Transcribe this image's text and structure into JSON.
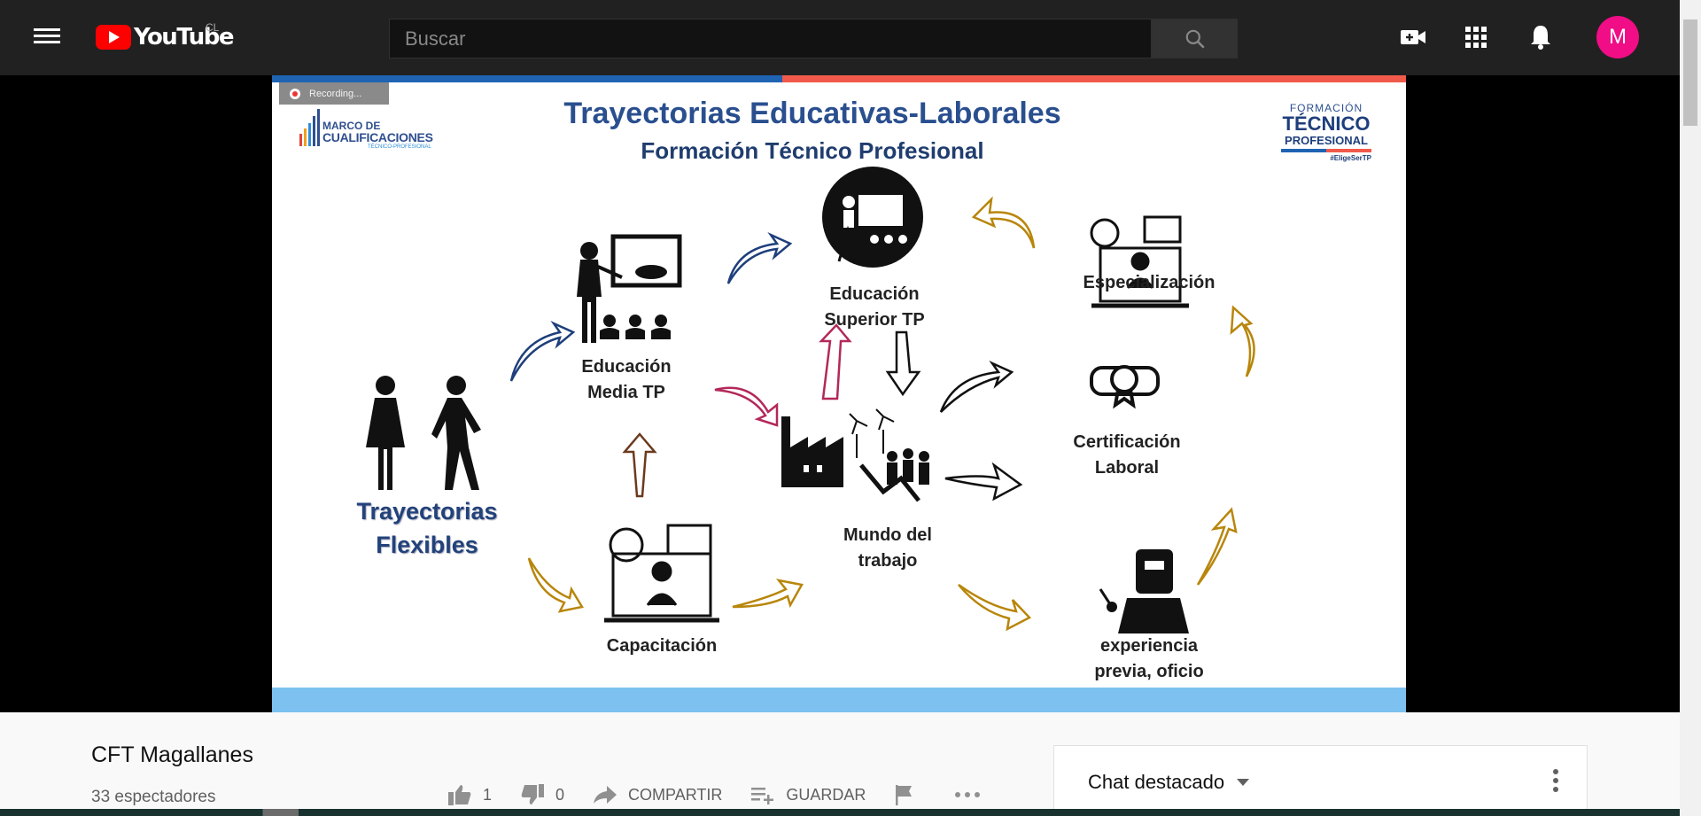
{
  "header": {
    "logo_text": "YouTube",
    "country_code": "CL",
    "search_placeholder": "Buscar",
    "avatar_letter": "M"
  },
  "video": {
    "recording_badge": "Recording...",
    "slide": {
      "title": "Trayectorias Educativas-Laborales",
      "subtitle": "Formación Técnico Profesional",
      "left_logo": {
        "line1": "MARCO DE",
        "line2": "CUALIFICACIONES",
        "line3": "TÉCNICO-PROFESIONAL"
      },
      "right_logo": {
        "line1": "FORMACIÓN",
        "line2": "TÉCNICO",
        "line3": "PROFESIONAL",
        "hashtag": "#EligeSerTP"
      },
      "nodes": {
        "flexibles_1": "Trayectorias",
        "flexibles_2": "Flexibles",
        "media_1": "Educación",
        "media_2": "Media TP",
        "superior_1": "Educación",
        "superior_2": "Superior TP",
        "especializacion": "Especialización",
        "certificacion_1": "Certificación",
        "certificacion_2": "Laboral",
        "mundo_1": "Mundo del",
        "mundo_2": "trabajo",
        "capacitacion": "Capacitación",
        "experiencia_1": "experiencia",
        "experiencia_2": "previa, oficio"
      }
    },
    "progress_fraction": 0.178
  },
  "info": {
    "channel_title": "CFT Magallanes",
    "viewers": "33 espectadores",
    "likes": "1",
    "dislikes": "0",
    "share_label": "COMPARTIR",
    "save_label": "GUARDAR"
  },
  "chat": {
    "title": "Chat destacado"
  },
  "colors": {
    "topbar": "#212121",
    "avatar": "#f00d86",
    "brand_red": "#ff0000"
  }
}
